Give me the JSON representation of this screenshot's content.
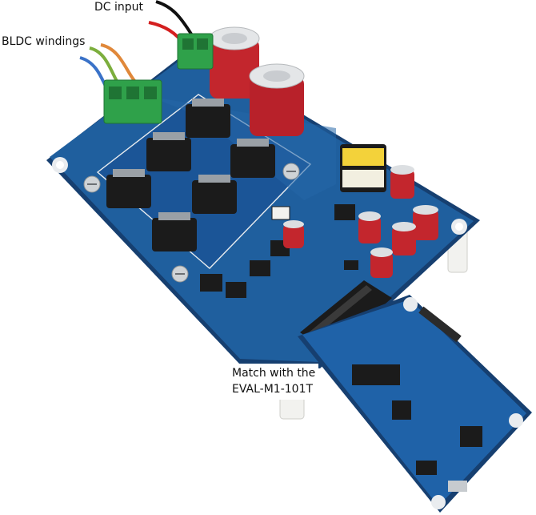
{
  "annotations": {
    "dc_input": "DC input",
    "bldc_windings": "BLDC windings",
    "match_line1": "Match with the",
    "match_line2": "EVAL-M1-101T"
  },
  "colors": {
    "pcb_main": "#1f5f9e",
    "pcb_dark": "#163f70",
    "terminal_green": "#2fa14a",
    "capacitor_red": "#c3262d",
    "wire_blue": "#3a72c8",
    "wire_green": "#7cae3d",
    "wire_orange": "#e0883a",
    "wire_red": "#d41f1f",
    "wire_black": "#111111",
    "ic_black": "#1b1b1b"
  },
  "icons": [
    "dc-input-terminal",
    "bldc-winding-terminal",
    "electrolytic-capacitor",
    "mosfet",
    "transformer",
    "pin-header",
    "mounting-screw",
    "standoff"
  ]
}
